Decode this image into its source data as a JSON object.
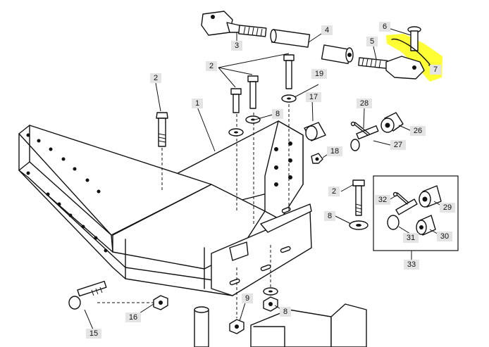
{
  "callouts": {
    "c1": "1",
    "c2a": "2",
    "c2b": "2",
    "c2c": "2",
    "c3": "3",
    "c4": "4",
    "c5": "5",
    "c6": "6",
    "c7": "7",
    "c8a": "8",
    "c8b": "8",
    "c8c": "8",
    "c9": "9",
    "c15": "15",
    "c16": "16",
    "c17": "17",
    "c18": "18",
    "c19": "19",
    "c26": "26",
    "c27": "27",
    "c28": "28",
    "c29": "29",
    "c30": "30",
    "c31": "31",
    "c32": "32",
    "c33": "33"
  },
  "colors": {
    "highlight": "#ffff33",
    "line": "#111111",
    "callout_bg": "#e4e4e4"
  }
}
